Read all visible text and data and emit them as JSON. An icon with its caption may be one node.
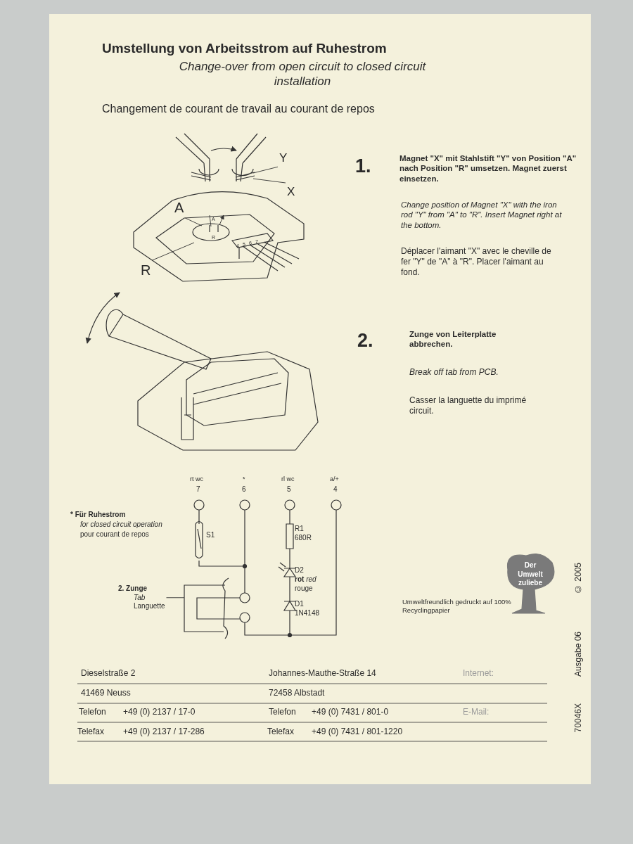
{
  "diagram": {
    "title": "Umstellung von Arbeitsstrom auf Ruhestrom",
    "nodes": [
      {
        "text": [
          "Y"
        ]
      },
      {
        "text": [
          "X"
        ]
      },
      {
        "text": [
          "A"
        ]
      },
      {
        "text": [
          "R"
        ]
      },
      {
        "text": [
          "2. Zunge",
          "Tab",
          "Languette"
        ]
      },
      {
        "text": [],
        "shape": "box"
      }
    ],
    "edges": [
      {
        "from": 0,
        "to": null,
        "arrow": "none"
      },
      {
        "from": 1,
        "to": null,
        "arrow": "none"
      },
      {
        "from": 2,
        "to": null,
        "arrow": "none"
      },
      {
        "from": 3,
        "to": null,
        "arrow": "none"
      },
      {
        "from": 4,
        "to": 5,
        "arrow": "none"
      }
    ],
    "labels": [
      "Change-over from open circuit to closed circuit installation",
      "Changement de courant de travail au courant de repos",
      "1.",
      "Magnet \"X\" mit Stahlstift \"Y\" von Position \"A\" nach Position \"R\" umsetzen. Magnet zuerst einsetzen.",
      "Change position of Magnet \"X\" with the iron rod \"Y\" from \"A\" to \"R\". Insert Magnet right at the bottom.",
      "Déplacer l'aimant \"X\" avec le cheville de fer \"Y\" de \"A\" à \"R\". Placer l'aimant au fond.",
      "A",
      "R",
      "4",
      "5",
      "6",
      "7",
      "2.",
      "Zunge von Leiterplatte abbrechen.",
      "Break off tab from PCB.",
      "Casser la languette du imprimé circuit.",
      "rt wc",
      "*",
      "rl wc",
      "a/+",
      "7",
      "6",
      "5",
      "4",
      "* Für Ruhestrom",
      "for closed circuit operation",
      "pour courant de repos",
      "S1",
      "R1",
      "680R",
      "D2",
      "**rot** *red* rouge",
      "D1",
      "1N4148",
      "Der Umwelt zuliebe",
      "Umweltfreundlich gedruckt auf 100% Recyclingpapier",
      "© 2005",
      "Ausgabe 06",
      "70046X",
      "Dieselstraße 2",
      "Johannes-Mauthe-Straße 14",
      "Internet:",
      "41469 Neuss",
      "72458 Albstadt",
      "Telefon",
      "+49 (0) 2137 / 17-0",
      "Telefon",
      "+49 (0) 7431 / 801-0",
      "E-Mail:",
      "Telefax",
      "+49 (0) 2137 / 17-286",
      "Telefax",
      "+49 (0) 7431 / 801-1220"
    ]
  }
}
